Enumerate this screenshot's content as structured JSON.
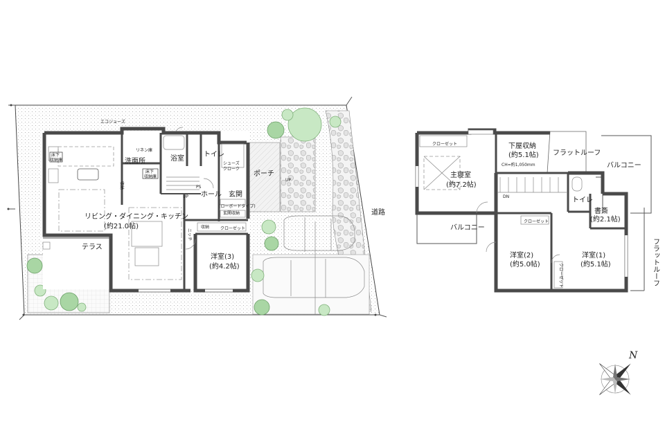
{
  "floor1": {
    "rooms": {
      "ldk": "リビング・ダイニング・キッチン",
      "ldk_area": "(約21.0帖)",
      "bath": "浴室",
      "washroom": "洗面所",
      "toilet": "トイレ",
      "hall": "ホール",
      "entrance": "玄関",
      "porch": "ポーチ",
      "terrace": "テラス",
      "western3": "洋室(3)",
      "western3_area": "(約4.2帖)"
    },
    "labels": {
      "ecojoz": "エコジョーズ",
      "linen": "リネン庫",
      "underfloor_storage_1": "床下",
      "underfloor_storage_2": "収納庫",
      "storage": "収納",
      "shoes_cloak_1": "シューズ",
      "shoes_cloak_2": "クローク",
      "low_board": "(ローボードタイプ)",
      "entrance_storage": "玄関収納",
      "closet": "クローゼット",
      "niche": "ニッチ",
      "up": "UP",
      "ps": "PS",
      "road": "道路"
    }
  },
  "floor2": {
    "rooms": {
      "master": "主寝室",
      "master_area": "(約7.2帖)",
      "attic": "下屋収納",
      "attic_area": "(約5.1帖)",
      "attic_ch": "CH=約1,050mm",
      "flat_roof": "フラットルーフ",
      "balcony": "バルコニー",
      "toilet": "トイレ",
      "study": "書斎",
      "study_area": "(約2.1帖)",
      "western2": "洋室(2)",
      "western2_area": "(約5.0帖)",
      "western1": "洋室(1)",
      "western1_area": "(約5.1帖)",
      "closet": "クローゼット",
      "dn": "DN"
    }
  },
  "compass": {
    "north": "N"
  }
}
